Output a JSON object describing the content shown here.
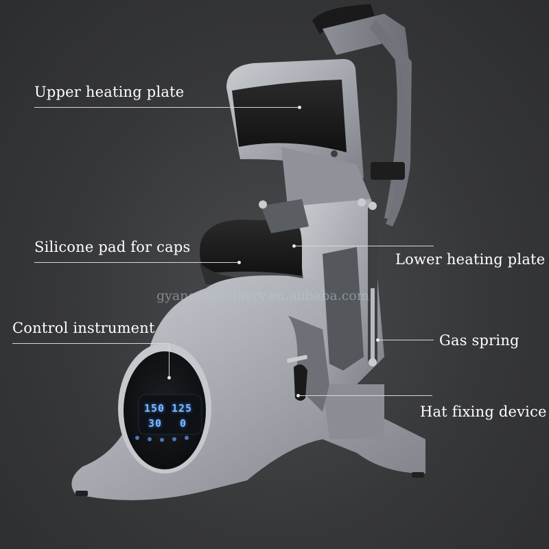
{
  "labels": {
    "upper_heating_plate": "Upper heating plate",
    "silicone_pad": "Silicone pad for caps",
    "lower_heating_plate": "Lower heating plate",
    "control_instrument": "Control instrument",
    "gas_spring": "Gas spring",
    "hat_fixing_device": "Hat fixing device"
  },
  "watermark": "gyangmachinery.en.alibaba.com",
  "display": {
    "temp_set": "150",
    "temp_actual": "125",
    "time_set": "30",
    "time_actual": "0"
  },
  "colors": {
    "background": "#38393b",
    "body_metal": "#a9adb3",
    "plate_black": "#1b1b1c",
    "display_blue": "#7fb6ff",
    "label_text": "#ffffff"
  }
}
